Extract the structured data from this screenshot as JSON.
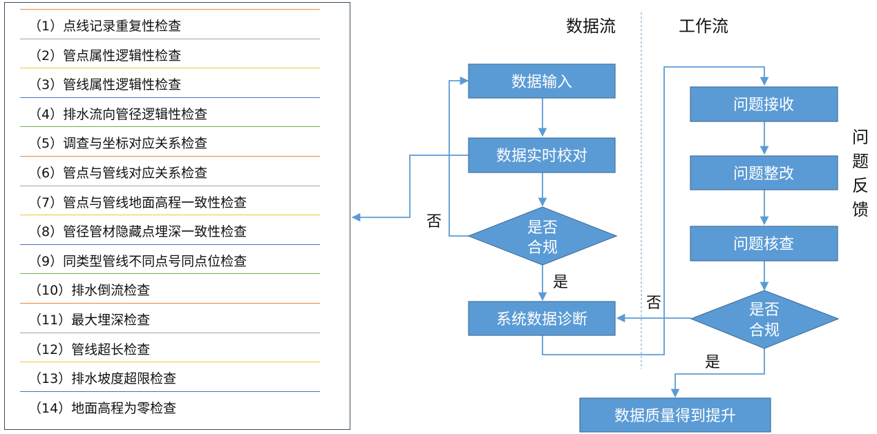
{
  "checklist": {
    "items": [
      {
        "label": "（1）点线记录重复性检查",
        "line_color": "#e8863a"
      },
      {
        "label": "（2）管点属性逻辑性检查",
        "line_color": "#a0a0a0"
      },
      {
        "label": "（3）管线属性逻辑性检查",
        "line_color": "#f5c242"
      },
      {
        "label": "（4）排水流向管径逻辑性检查",
        "line_color": "#4472c4"
      },
      {
        "label": "（5）调查与坐标对应关系检查",
        "line_color": "#70ad47"
      },
      {
        "label": "（6）管点与管线对应关系检查",
        "line_color": "#e8863a"
      },
      {
        "label": "（7）管点与管线地面高程一致性检查",
        "line_color": "#a0a0a0"
      },
      {
        "label": "（8）管径管材隐藏点埋深一致性检查",
        "line_color": "#f5c242"
      },
      {
        "label": "（9）同类型管线不同点号同点位检查",
        "line_color": "#4472c4"
      },
      {
        "label": "（10）排水倒流检查",
        "line_color": "#70ad47"
      },
      {
        "label": "（11）最大埋深检查",
        "line_color": "#e8863a"
      },
      {
        "label": "（12）管线超长检查",
        "line_color": "#a0a0a0"
      },
      {
        "label": "（13）排水坡度超限检查",
        "line_color": "#f5c242"
      },
      {
        "label": "（14）地面高程为零检查",
        "line_color": "#4472c4"
      }
    ]
  },
  "flow": {
    "data_flow_title": "数据流",
    "work_flow_title": "工作流",
    "side_label": [
      "问",
      "题",
      "反",
      "馈"
    ],
    "data_input": "数据输入",
    "data_check": "数据实时校对",
    "compliant_1": [
      "是否",
      "合规"
    ],
    "no_label_1": "否",
    "yes_label_1": "是",
    "system_diagnosis": "系统数据诊断",
    "issue_receive": "问题接收",
    "issue_fix": "问题整改",
    "issue_verify": "问题核查",
    "compliant_2": [
      "是否",
      "合规"
    ],
    "no_label_2": "否",
    "yes_label_2": "是",
    "quality_improved": "数据质量得到提升"
  },
  "colors": {
    "node_fill": "#5b9bd5",
    "node_stroke": "#41719c",
    "connector": "#5b9bd5",
    "divider": "#7fa6c9"
  }
}
